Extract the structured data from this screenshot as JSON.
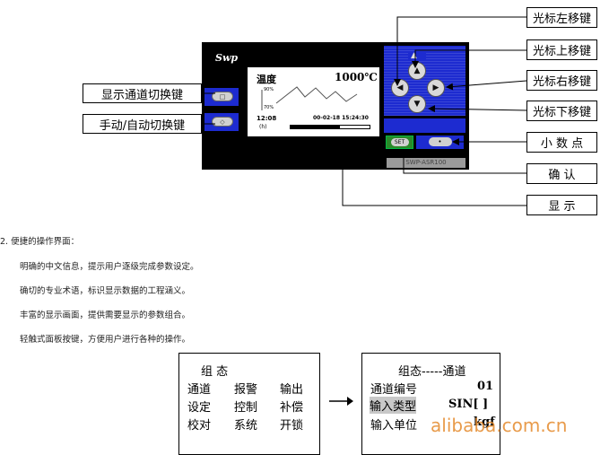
{
  "callouts": {
    "channel_switch": "显示通道切换键",
    "manual_auto": "手动/自动切换键",
    "cursor_left": "光标左移键",
    "cursor_up": "光标上移键",
    "cursor_right": "光标右移键",
    "cursor_down": "光标下移键",
    "decimal": "小  数  点",
    "confirm": "确      认",
    "display": "显      示"
  },
  "device": {
    "logo": "Swp",
    "screen_label": "温度",
    "screen_value": "1000℃",
    "axis_top": "90%",
    "axis_bottom": "70%",
    "time": "12:08",
    "unit": "(h)",
    "datetime": "00-02-18  15:24:30",
    "set_label": "SET",
    "dot_label": "•",
    "model_label": "SWP-ASR100",
    "btn1": "□",
    "btn2": "◇",
    "trend_fill": 0.62
  },
  "section": {
    "heading": "2. 便捷的操作界面：",
    "points": [
      "明确的中文信息，提示用户逐级完成参数设定。",
      "确切的专业术语，标识显示数据的工程涵义。",
      "丰富的显示画面，提供需要显示的参数组合。",
      "轻触式面板按键，方便用户进行各种的操作。"
    ]
  },
  "menu_left": {
    "title": "组          态",
    "row1": [
      "通道",
      "报警",
      "输出"
    ],
    "row2": [
      "设定",
      "控制",
      "补偿"
    ],
    "row3": [
      "校对",
      "系统",
      "开锁"
    ]
  },
  "menu_right": {
    "title": "组态-----通道",
    "row1_label": "通道编号",
    "row1_value": "01",
    "row2_label": "输入类型",
    "row2_value": "SIN[   ]",
    "row3_label": "输入单位",
    "row3_value": "kgf"
  },
  "watermark": "alibaba.com.cn",
  "colors": {
    "panel_blue": "#1d2bd0",
    "watermark": "#e58a2c"
  }
}
